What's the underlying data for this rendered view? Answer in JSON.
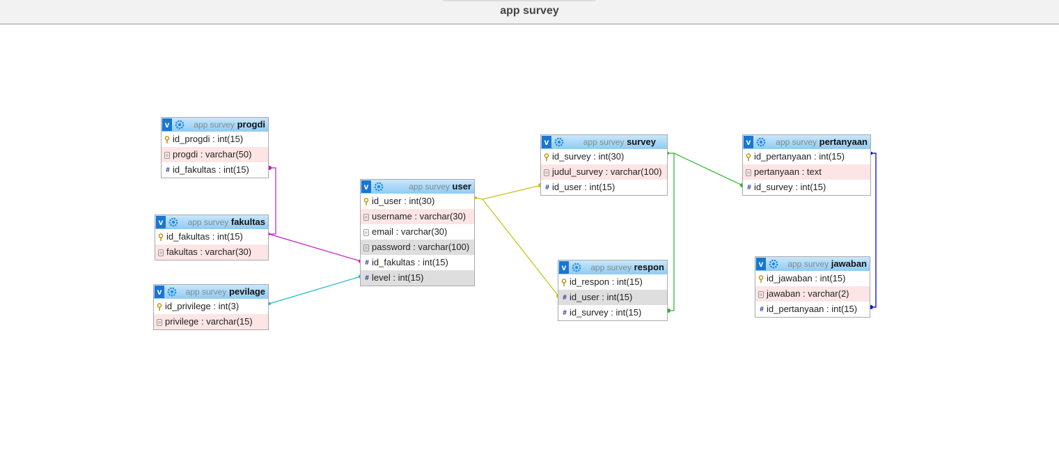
{
  "page": {
    "title": "app survey"
  },
  "colors": {
    "header_gradient_top": "#c9e7fb",
    "header_gradient_bottom": "#8fcbf3",
    "pink_row": "#fde5e5",
    "grey_row": "#dedede",
    "rel_magenta": "#c21cc2",
    "rel_cyan": "#1bbac4",
    "rel_yellow": "#c8c00f",
    "rel_green": "#27b427",
    "rel_blue": "#1a1ac4"
  },
  "tables": {
    "progdi": {
      "db": "app survey",
      "name": "progdi",
      "columns": [
        {
          "label": "id_progdi : int(15)",
          "icon": "key-icon"
        },
        {
          "label": "progdi : varchar(50)",
          "icon": "column-icon"
        },
        {
          "label": "id_fakultas : int(15)",
          "icon": "hash-icon"
        }
      ]
    },
    "fakultas": {
      "db": "app survey",
      "name": "fakultas",
      "columns": [
        {
          "label": "id_fakultas : int(15)",
          "icon": "key-icon"
        },
        {
          "label": "fakultas : varchar(30)",
          "icon": "column-icon"
        }
      ]
    },
    "pevilage": {
      "db": "app survey",
      "name": "pevilage",
      "columns": [
        {
          "label": "id_privilege : int(3)",
          "icon": "key-icon"
        },
        {
          "label": "privilege : varchar(15)",
          "icon": "column-icon"
        }
      ]
    },
    "user": {
      "db": "app survey",
      "name": "user",
      "columns": [
        {
          "label": "id_user : int(30)",
          "icon": "key-icon"
        },
        {
          "label": "username : varchar(30)",
          "icon": "column-icon"
        },
        {
          "label": "email : varchar(30)",
          "icon": "column-icon"
        },
        {
          "label": "password : varchar(100)",
          "icon": "column-icon"
        },
        {
          "label": "id_fakultas : int(15)",
          "icon": "hash-icon"
        },
        {
          "label": "level : int(15)",
          "icon": "hash-icon"
        }
      ]
    },
    "survey": {
      "db": "app survey",
      "name": "survey",
      "columns": [
        {
          "label": "id_survey : int(30)",
          "icon": "key-icon"
        },
        {
          "label": "judul_survey : varchar(100)",
          "icon": "column-icon"
        },
        {
          "label": "id_user : int(15)",
          "icon": "hash-icon"
        }
      ]
    },
    "respon": {
      "db": "app survey",
      "name": "respon",
      "columns": [
        {
          "label": "id_respon : int(15)",
          "icon": "key-icon"
        },
        {
          "label": "id_user : int(15)",
          "icon": "hash-icon"
        },
        {
          "label": "id_survey : int(15)",
          "icon": "hash-icon"
        }
      ]
    },
    "pertanyaan": {
      "db": "app survey",
      "name": "pertanyaan",
      "columns": [
        {
          "label": "id_pertanyaan : int(15)",
          "icon": "key-icon"
        },
        {
          "label": "pertanyaan : text",
          "icon": "column-icon"
        },
        {
          "label": "id_survey : int(15)",
          "icon": "hash-icon"
        }
      ]
    },
    "jawaban": {
      "db": "app survey",
      "name": "jawaban",
      "columns": [
        {
          "label": "id_jawaban : int(15)",
          "icon": "key-icon"
        },
        {
          "label": "jawaban : varchar(2)",
          "icon": "column-icon"
        },
        {
          "label": "id_pertanyaan : int(15)",
          "icon": "hash-icon"
        }
      ]
    }
  }
}
